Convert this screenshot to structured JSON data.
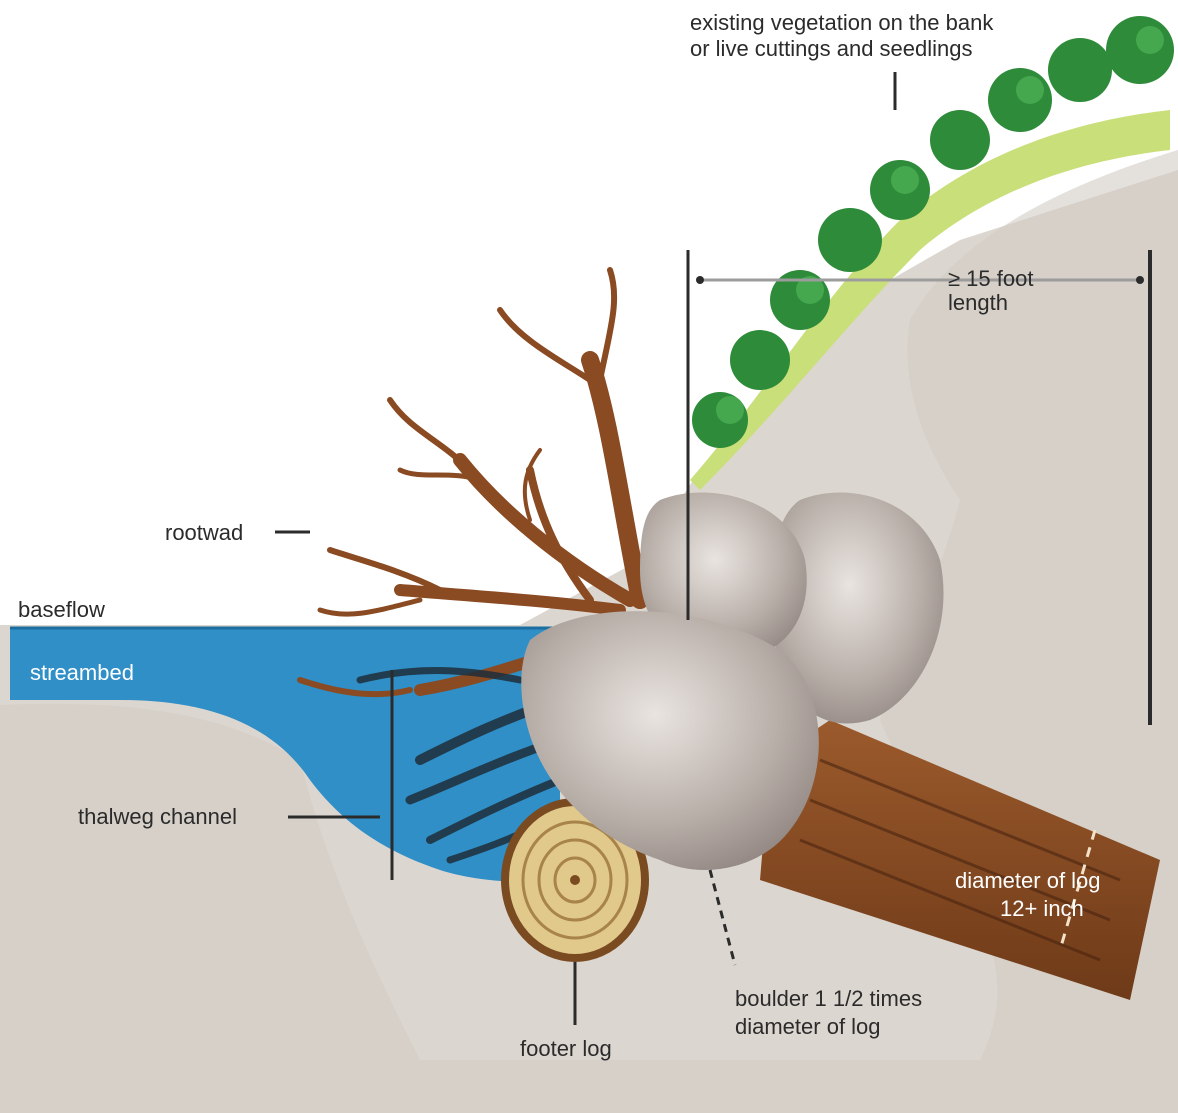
{
  "labels": {
    "vegetation_line1": "existing vegetation on the bank",
    "vegetation_line2": "or live cuttings and seedlings",
    "length_line1": "≥ 15 foot",
    "length_line2": "length",
    "rootwad": "rootwad",
    "baseflow": "baseflow",
    "streambed": "streambed",
    "thalweg": "thalweg channel",
    "footer_log": "footer log",
    "boulder_line1": "boulder 1 1/2 times",
    "boulder_line2": "diameter of log",
    "log_diameter_line1": "diameter of log",
    "log_diameter_line2": "12+ inch"
  },
  "colors": {
    "soil": "#d9d2cb",
    "water": "#2f8fc6",
    "wood": "#8a4a22",
    "boulder": "#b5aba6",
    "vegetation": "#2e8b3a",
    "grass": "#c9df7a"
  }
}
